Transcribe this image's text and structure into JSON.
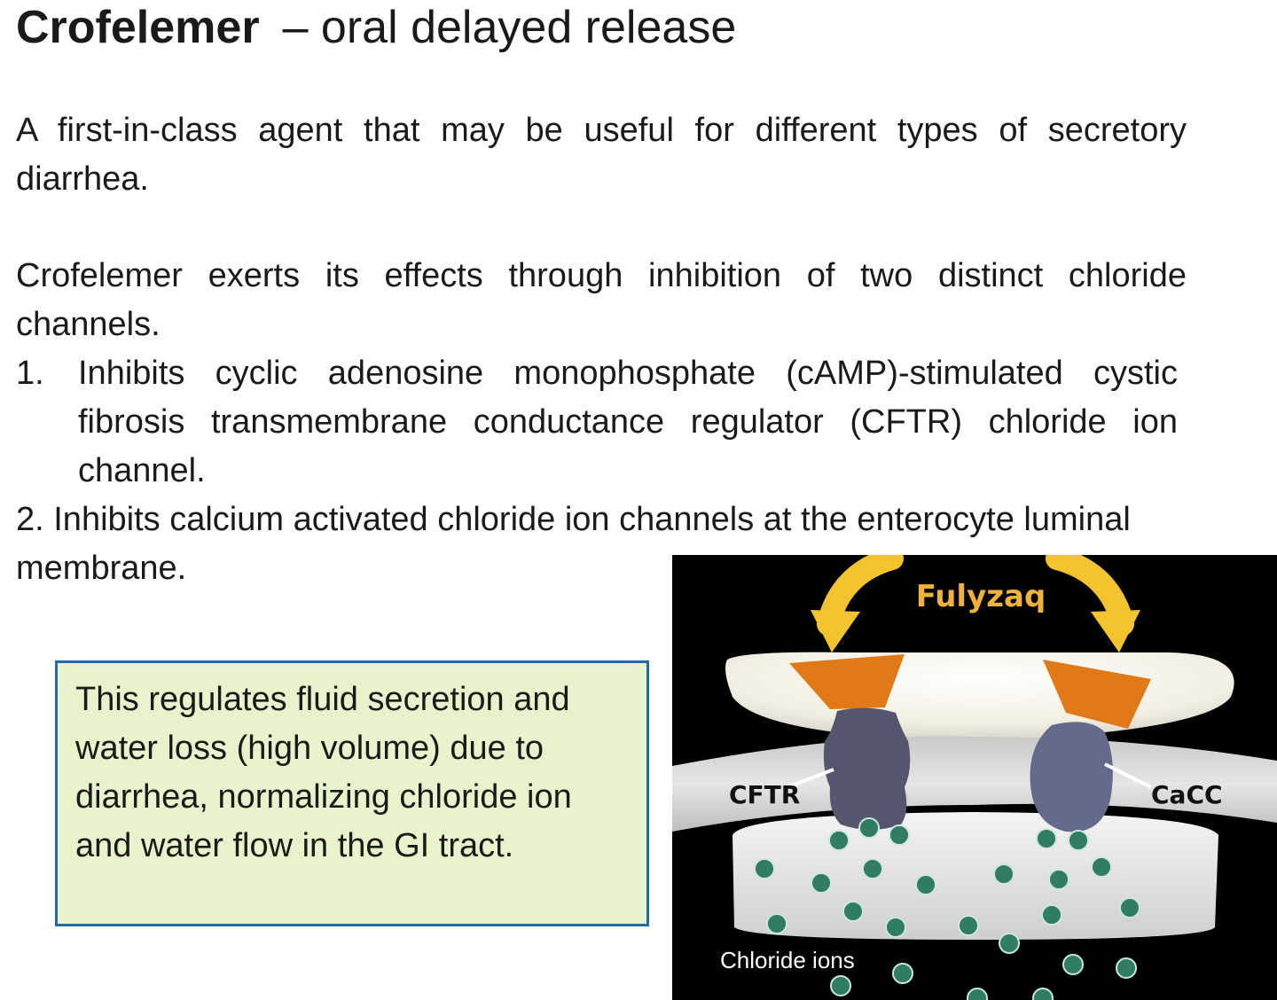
{
  "slide": {
    "title_bold": "Crofelemer",
    "title_rest": "– oral delayed release",
    "paragraph1": "A first-in-class agent that may be useful for different types of secretory diarrhea.",
    "paragraph2": "Crofelemer exerts its effects through inhibition of two distinct chloride channels.",
    "item1_number": "1.",
    "item1_text": "Inhibits cyclic adenosine monophosphate (cAMP)-stimulated cystic fibrosis transmembrane conductance regulator (CFTR) chloride ion channel.",
    "item2_text": "2. Inhibits calcium activated chloride ion channels at the enterocyte luminal membrane.",
    "callout_text": "This regulates fluid secretion and water loss (high volume) due to diarrhea, normalizing chloride ion and water flow in the GI tract."
  },
  "figure": {
    "drug_label": "Fulyzaq",
    "channel_left_label": "CFTR",
    "channel_right_label": "CaCC",
    "ions_label": "Chloride ions",
    "colors": {
      "background": "#000000",
      "arrow": "#f4c430",
      "drug_label": "#f0b33a",
      "inhibitor": "#e07a18",
      "channel": "#55566e",
      "ion": "#2e7d64"
    }
  }
}
